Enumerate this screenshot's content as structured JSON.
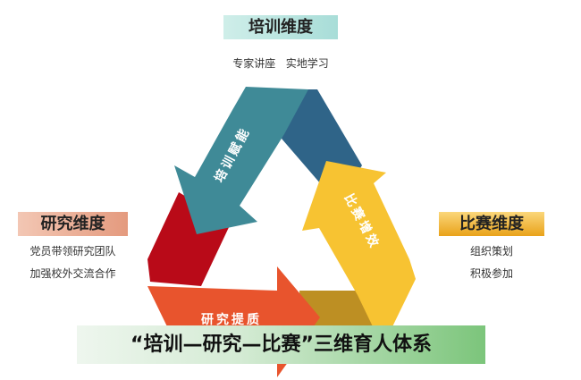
{
  "top": {
    "title": "培训维度",
    "items": [
      "专家讲座",
      "实地学习"
    ]
  },
  "left": {
    "title": "研究维度",
    "items": [
      "党员带领研究团队",
      "加强校外交流合作"
    ]
  },
  "right": {
    "title": "比赛维度",
    "items": [
      "组织策划",
      "积极参加"
    ]
  },
  "arrows": {
    "training": "培训赋能",
    "research": "研究提质",
    "competition": "比赛增效"
  },
  "banner": "“培训—研究—比赛”三维育人体系",
  "colors": {
    "teal": "#3f8a97",
    "navy": "#2f6488",
    "red": "#b90a18",
    "orange": "#e8542d",
    "yellow": "#f7c332",
    "olive": "#bd8f23"
  }
}
